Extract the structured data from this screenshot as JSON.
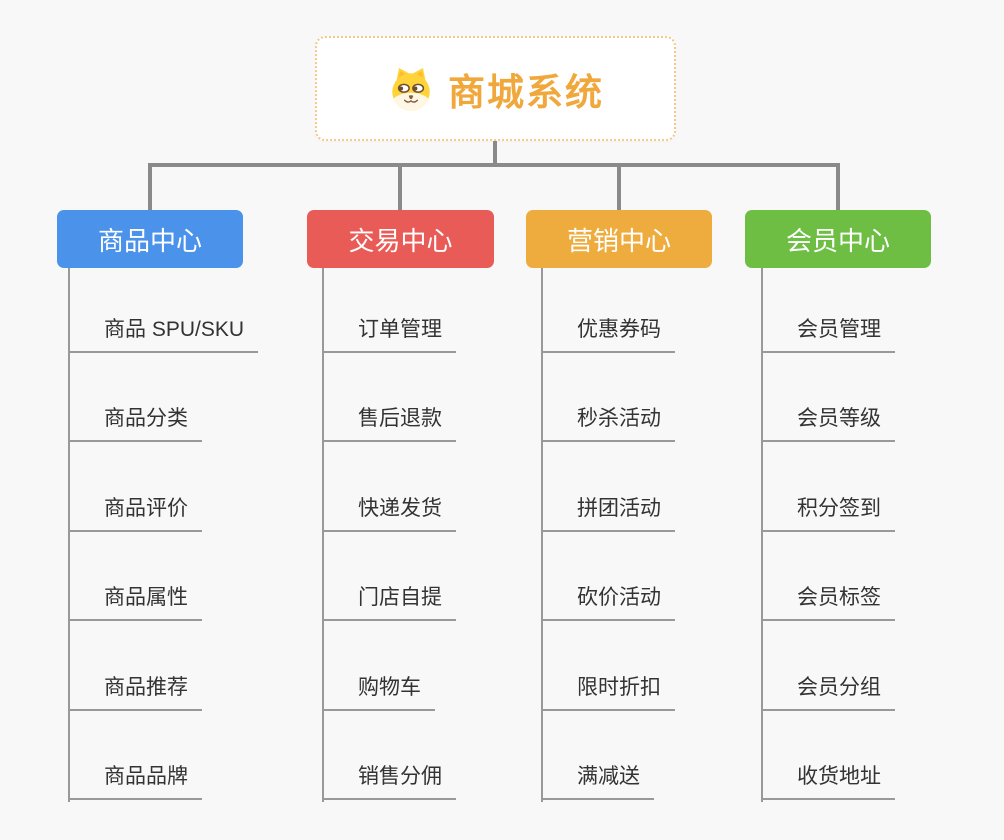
{
  "root": {
    "title": "商城系统",
    "icon": "doge-icon",
    "title_color": "#f0a83c",
    "border_color": "#f3c98a",
    "background": "#ffffff"
  },
  "connector_color": "#8a8a8a",
  "branch_line_color": "#999999",
  "item_text_color": "#333333",
  "page_background": "#f8f8f8",
  "columns": [
    {
      "label": "商品中心",
      "color": "#4b93ea",
      "items": [
        "商品 SPU/SKU",
        "商品分类",
        "商品评价",
        "商品属性",
        "商品推荐",
        "商品品牌"
      ]
    },
    {
      "label": "交易中心",
      "color": "#e85b56",
      "items": [
        "订单管理",
        "售后退款",
        "快递发货",
        "门店自提",
        "购物车",
        "销售分佣"
      ]
    },
    {
      "label": "营销中心",
      "color": "#efac3e",
      "items": [
        "优惠券码",
        "秒杀活动",
        "拼团活动",
        "砍价活动",
        "限时折扣",
        "满减送"
      ]
    },
    {
      "label": "会员中心",
      "color": "#6ebe44",
      "items": [
        "会员管理",
        "会员等级",
        "积分签到",
        "会员标签",
        "会员分组",
        "收货地址"
      ]
    }
  ]
}
